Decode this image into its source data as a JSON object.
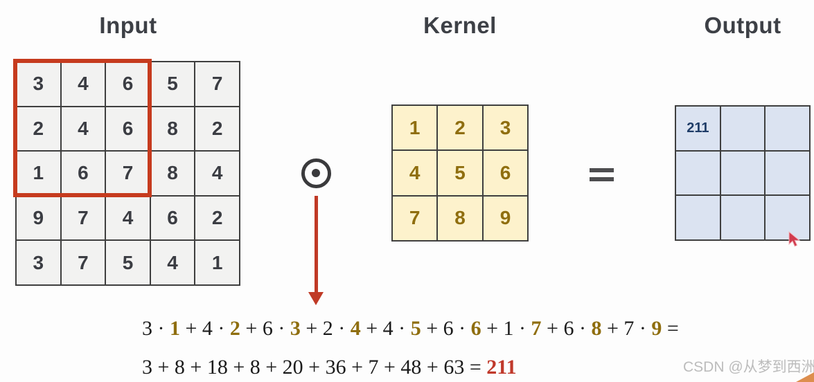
{
  "titles": {
    "input": "Input",
    "kernel": "Kernel",
    "output": "Output"
  },
  "operator": {
    "name": "elementwise-dot-product",
    "symbol": "⊙"
  },
  "equals_symbol": "=",
  "input_matrix": [
    [
      3,
      4,
      6,
      5,
      7
    ],
    [
      2,
      4,
      6,
      8,
      2
    ],
    [
      1,
      6,
      7,
      8,
      4
    ],
    [
      9,
      7,
      4,
      6,
      2
    ],
    [
      3,
      7,
      5,
      4,
      1
    ]
  ],
  "highlight_window": {
    "rows": 3,
    "cols": 3,
    "row_start": 0,
    "col_start": 0
  },
  "kernel_matrix": [
    [
      1,
      2,
      3
    ],
    [
      4,
      5,
      6
    ],
    [
      7,
      8,
      9
    ]
  ],
  "output_matrix": [
    [
      "211",
      "",
      ""
    ],
    [
      "",
      "",
      ""
    ],
    [
      "",
      "",
      ""
    ]
  ],
  "equation": {
    "terms": [
      {
        "input": 3,
        "kernel": 1
      },
      {
        "input": 4,
        "kernel": 2
      },
      {
        "input": 6,
        "kernel": 3
      },
      {
        "input": 2,
        "kernel": 4
      },
      {
        "input": 4,
        "kernel": 5
      },
      {
        "input": 6,
        "kernel": 6
      },
      {
        "input": 1,
        "kernel": 7
      },
      {
        "input": 6,
        "kernel": 8
      },
      {
        "input": 7,
        "kernel": 9
      }
    ],
    "dot_symbol": "·",
    "plus_symbol": "+",
    "equals_symbol": "=",
    "products": [
      3,
      8,
      18,
      8,
      20,
      36,
      7,
      48,
      63
    ],
    "result": "211"
  },
  "watermark": "CSDN @从梦到西洲",
  "colors": {
    "highlight_red": "#c63b1e",
    "arrow_red": "#c03a26",
    "kernel_bg": "#fdf2cc",
    "kernel_text": "#8f6e0f",
    "input_bg": "#f2f2f1",
    "output_bg": "#dbe3f1",
    "output_text": "#1f3d68",
    "result_red": "#c0392b",
    "grid_border": "#3f3f3f",
    "title_text": "#3d4046",
    "watermark_gray": "#bcbcbc"
  }
}
